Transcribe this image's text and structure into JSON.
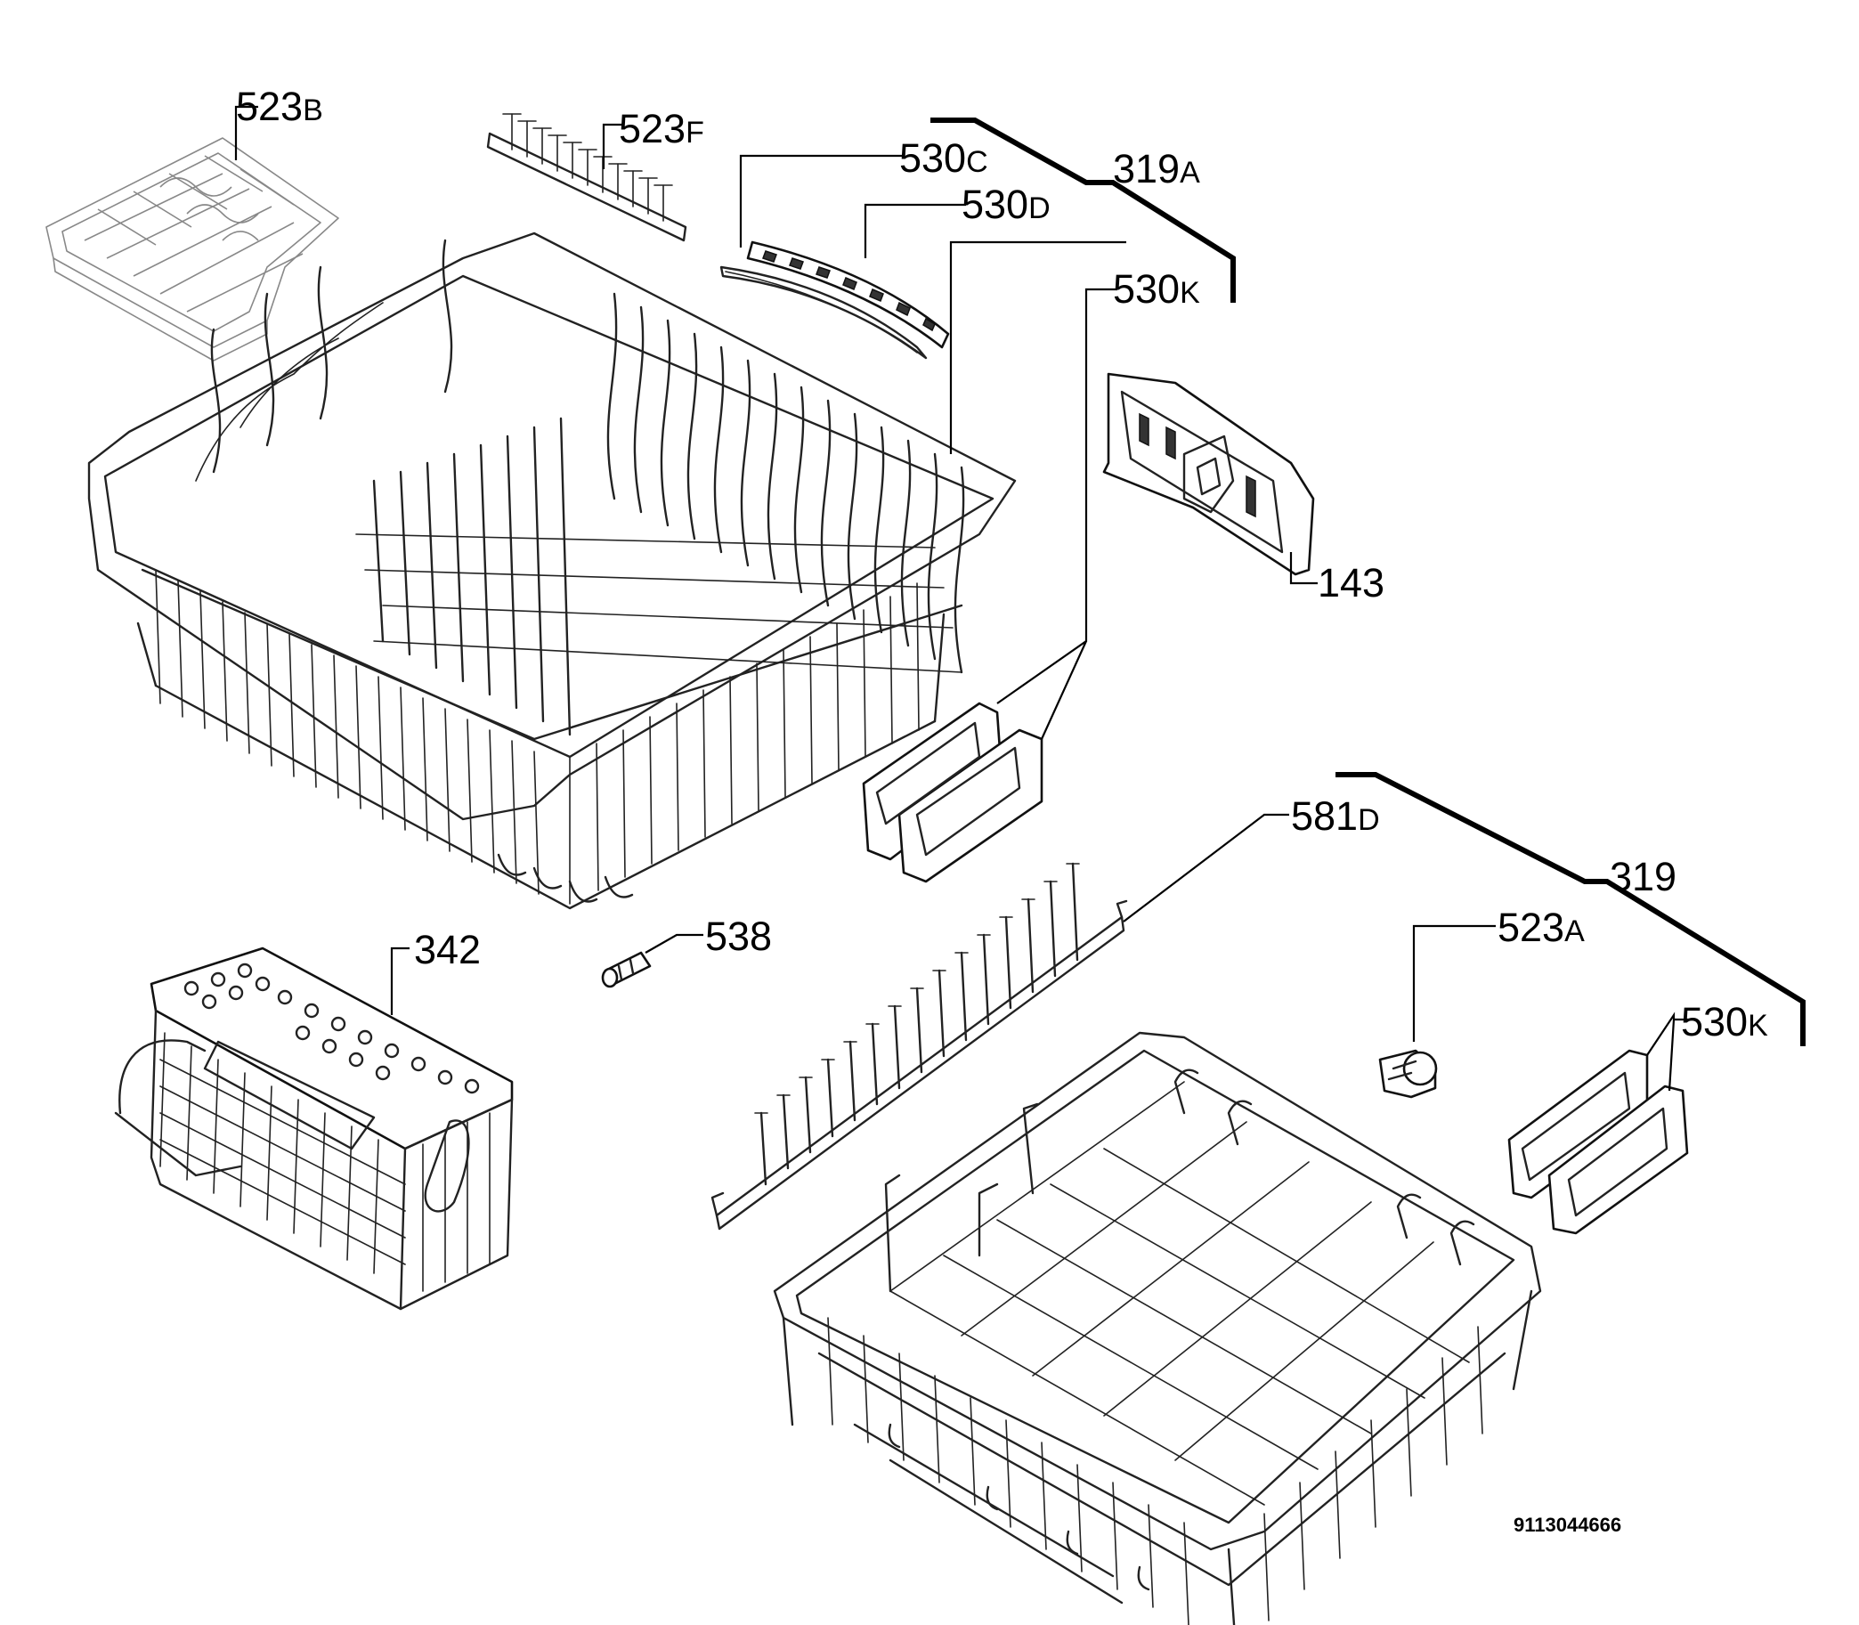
{
  "diagram": {
    "labels": {
      "l523b": {
        "num": "523",
        "suffix": "B"
      },
      "l523f": {
        "num": "523",
        "suffix": "F"
      },
      "l530c": {
        "num": "530",
        "suffix": "C"
      },
      "l319a": {
        "num": "319",
        "suffix": "A"
      },
      "l530d": {
        "num": "530",
        "suffix": "D"
      },
      "l530k_top": {
        "num": "530",
        "suffix": "K"
      },
      "l143": {
        "num": "143",
        "suffix": ""
      },
      "l581d": {
        "num": "581",
        "suffix": "D"
      },
      "l319": {
        "num": "319",
        "suffix": ""
      },
      "l523a": {
        "num": "523",
        "suffix": "A"
      },
      "l530k_bottom": {
        "num": "530",
        "suffix": "K"
      },
      "l342": {
        "num": "342",
        "suffix": ""
      },
      "l538": {
        "num": "538",
        "suffix": ""
      }
    },
    "document_number": "9113044666"
  }
}
